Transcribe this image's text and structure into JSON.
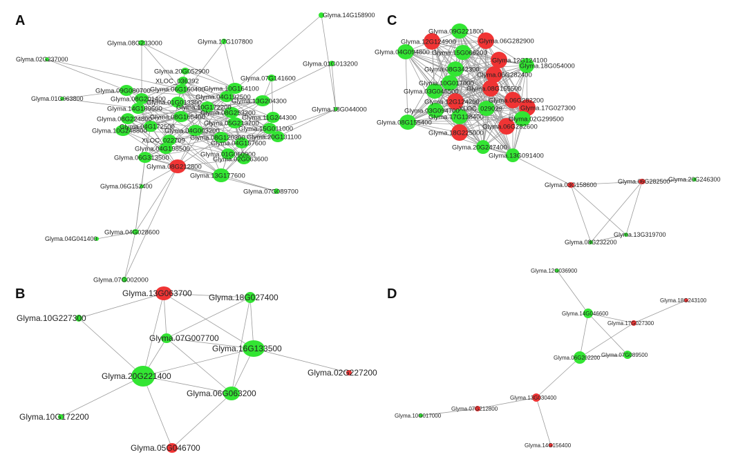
{
  "colors": {
    "up": "#f03434",
    "down": "#33e533",
    "edge": "#9a9a9a"
  },
  "panels": [
    {
      "letter": "A",
      "nodes": [
        {
          "label": "Glyma.14G158900",
          "type": "down"
        },
        {
          "label": "Glyma.08G233000",
          "type": "down"
        },
        {
          "label": "Glyma.17G107800",
          "type": "down"
        },
        {
          "label": "Glyma.02G237000",
          "type": "down"
        },
        {
          "label": "Glyma.01G013200",
          "type": "down"
        },
        {
          "label": "Glyma.20G052900",
          "type": "down"
        },
        {
          "label": "Glyma.07G141600",
          "type": "down"
        },
        {
          "label": "XLOC_036392",
          "type": "down"
        },
        {
          "label": "Glyma.09G080700",
          "type": "down"
        },
        {
          "label": "Glyma.06G160400",
          "type": "down"
        },
        {
          "label": "Glyma.10G164100",
          "type": "down"
        },
        {
          "label": "Glyma.01G063800",
          "type": "down"
        },
        {
          "label": "Glyma.08G201400",
          "type": "down"
        },
        {
          "label": "Glyma.04G192500",
          "type": "down"
        },
        {
          "label": "Glyma.01G013300",
          "type": "down"
        },
        {
          "label": "Glyma.13G204300",
          "type": "down"
        },
        {
          "label": "Glyma.14G189500",
          "type": "down"
        },
        {
          "label": "Glyma.10G172200",
          "type": "down"
        },
        {
          "label": "Glyma.08G253200",
          "type": "down"
        },
        {
          "label": "Glyma.18G044000",
          "type": "down"
        },
        {
          "label": "Glyma.08G165400",
          "type": "down"
        },
        {
          "label": "Glyma.11G244300",
          "type": "down"
        },
        {
          "label": "Glyma.08G224800",
          "type": "down"
        },
        {
          "label": "Glyma.05G213700",
          "type": "down"
        },
        {
          "label": "Glyma.04G172500",
          "type": "down"
        },
        {
          "label": "Glyma.15G011000",
          "type": "down"
        },
        {
          "label": "Glyma.10G248800",
          "type": "down"
        },
        {
          "label": "Glyma.04G003200",
          "type": "down"
        },
        {
          "label": "Glyma.20G131100",
          "type": "down"
        },
        {
          "label": "XLOC_022709",
          "type": "down"
        },
        {
          "label": "Glyma.08G120300",
          "type": "down"
        },
        {
          "label": "Glyma.04G157600",
          "type": "down"
        },
        {
          "label": "Glyma.04G198500",
          "type": "down"
        },
        {
          "label": "Glyma.01G060900",
          "type": "down"
        },
        {
          "label": "Glyma.06G313500",
          "type": "down"
        },
        {
          "label": "Glyma.02G063600",
          "type": "down"
        },
        {
          "label": "Glyma.08G212800",
          "type": "up"
        },
        {
          "label": "Glyma.13G177600",
          "type": "down"
        },
        {
          "label": "Glyma.06G152400",
          "type": "down"
        },
        {
          "label": "Glyma.07G089700",
          "type": "down"
        },
        {
          "label": "Glyma.04G028600",
          "type": "down"
        },
        {
          "label": "Glyma.04G041400",
          "type": "down"
        },
        {
          "label": "Glyma.07G002000",
          "type": "down"
        }
      ]
    },
    {
      "letter": "B",
      "nodes": [
        {
          "label": "Glyma.13G063700",
          "type": "up"
        },
        {
          "label": "Glyma.18G027400",
          "type": "down"
        },
        {
          "label": "Glyma.10G227300",
          "type": "down"
        },
        {
          "label": "Glyma.07G007700",
          "type": "down"
        },
        {
          "label": "Glyma.16G133500",
          "type": "down"
        },
        {
          "label": "Glyma.02G227200",
          "type": "up"
        },
        {
          "label": "Glyma.20G221400",
          "type": "down"
        },
        {
          "label": "Glyma.06G063200",
          "type": "down"
        },
        {
          "label": "Glyma.10G172200",
          "type": "down"
        },
        {
          "label": "Glyma.05G046700",
          "type": "up"
        }
      ]
    },
    {
      "letter": "C",
      "nodes": [
        {
          "label": "Glyma.09G221800",
          "type": "down"
        },
        {
          "label": "Glyma.12G124900",
          "type": "up"
        },
        {
          "label": "Glyma.06G282900",
          "type": "up"
        },
        {
          "label": "Glyma.04G094800",
          "type": "down"
        },
        {
          "label": "Glyma.15G066200",
          "type": "down"
        },
        {
          "label": "Glyma.12G124100",
          "type": "up"
        },
        {
          "label": "Glyma.18G054000",
          "type": "down"
        },
        {
          "label": "Glyma.08G342300",
          "type": "down"
        },
        {
          "label": "Glyma.06G282400",
          "type": "up"
        },
        {
          "label": "Glyma.10G017000",
          "type": "down"
        },
        {
          "label": "Glyma.08G155500",
          "type": "up"
        },
        {
          "label": "Glyma.03G045500",
          "type": "down"
        },
        {
          "label": "Glyma.12G124200",
          "type": "up"
        },
        {
          "label": "Glyma.06G282200",
          "type": "up"
        },
        {
          "label": "Glyma.03G094700",
          "type": "down"
        },
        {
          "label": "XLOC_029029",
          "type": "down"
        },
        {
          "label": "Glyma.17G027300",
          "type": "up"
        },
        {
          "label": "Glyma.17G138400",
          "type": "down"
        },
        {
          "label": "Glyma.02G299500",
          "type": "down"
        },
        {
          "label": "Glyma.08G155400",
          "type": "down"
        },
        {
          "label": "Glyma.06G282600",
          "type": "up"
        },
        {
          "label": "Glyma.18G225000",
          "type": "up"
        },
        {
          "label": "Glyma.20G247400",
          "type": "down"
        },
        {
          "label": "Glyma.13G091400",
          "type": "down"
        },
        {
          "label": "Glyma.03G158600",
          "type": "up"
        },
        {
          "label": "Glyma.06G282500",
          "type": "up"
        },
        {
          "label": "Glyma.20G246300",
          "type": "down"
        },
        {
          "label": "Glyma.13G319700",
          "type": "down"
        },
        {
          "label": "Glyma.08G232200",
          "type": "down"
        }
      ]
    },
    {
      "letter": "D",
      "nodes": [
        {
          "label": "Glyma.12G036900",
          "type": "down"
        },
        {
          "label": "Glyma.18G243100",
          "type": "up"
        },
        {
          "label": "Glyma.14G046600",
          "type": "down"
        },
        {
          "label": "Glyma.17G027300",
          "type": "up"
        },
        {
          "label": "Glyma.06G202200",
          "type": "down"
        },
        {
          "label": "Glyma.07G089500",
          "type": "down"
        },
        {
          "label": "Glyma.13G030400",
          "type": "up"
        },
        {
          "label": "Glyma.07G212800",
          "type": "up"
        },
        {
          "label": "Glyma.10G017000",
          "type": "down"
        },
        {
          "label": "Glyma.14G156400",
          "type": "up"
        }
      ]
    }
  ]
}
